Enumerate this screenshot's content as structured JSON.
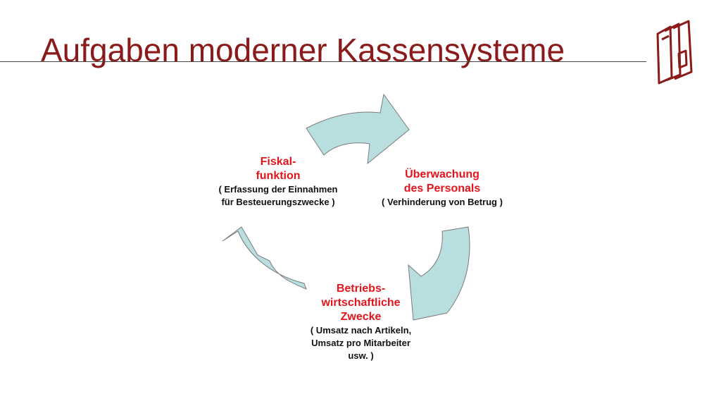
{
  "slide": {
    "title": "Aufgaben moderner Kassensysteme"
  },
  "colors": {
    "accent": "#8b1a1a",
    "heading": "#e4141b",
    "arrow_fill": "#b9dedf",
    "arrow_stroke": "#7a7a7a"
  },
  "icons": {
    "logo": "book-stack-icon"
  },
  "cycle": {
    "nodes": [
      {
        "heading": "Fiskal-\nfunktion",
        "description": "( Erfassung der Einnahmen\nfür Besteuerungszwecke )"
      },
      {
        "heading": "Überwachung\ndes Personals",
        "description": "( Verhinderung von Betrug )"
      },
      {
        "heading": "Betriebs-\nwirtschaftliche\nZwecke",
        "description": "( Umsatz nach Artikeln,\nUmsatz pro Mitarbeiter\nusw. )"
      }
    ]
  }
}
